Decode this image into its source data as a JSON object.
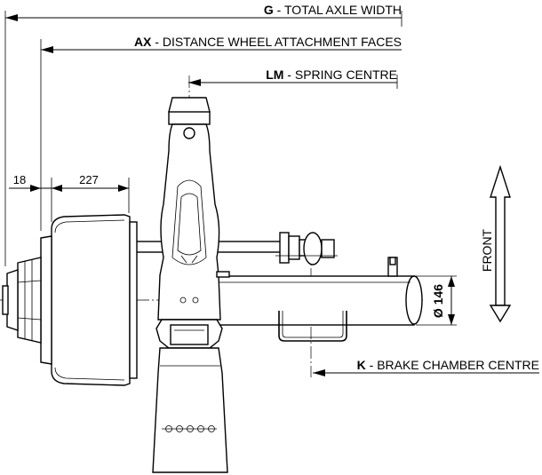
{
  "dimensions": {
    "total_axle_width": {
      "code": "G",
      "separator": " - ",
      "text": "TOTAL AXLE WIDTH"
    },
    "wheel_attachment": {
      "code": "AX",
      "separator": " - ",
      "text": "DISTANCE WHEEL ATTACHMENT FACES"
    },
    "spring_centre": {
      "code": "LM",
      "separator": " - ",
      "text": "SPRING CENTRE"
    },
    "brake_chamber_centre": {
      "code": "K",
      "separator": " - ",
      "text": "BRAKE CHAMBER CENTRE"
    },
    "offset_18": "18",
    "offset_227": "227",
    "tube_diameter": "Ø 146"
  },
  "direction_label": "FRONT"
}
